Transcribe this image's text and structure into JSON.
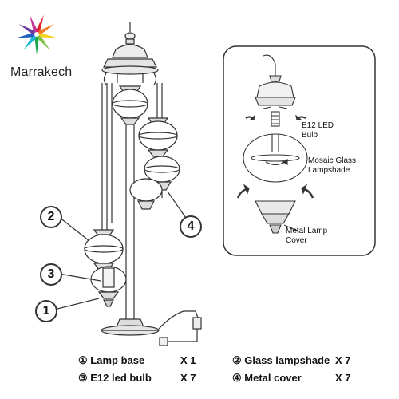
{
  "brand": {
    "name": "Marrakech",
    "logo_colors": [
      "#e5252b",
      "#f47c20",
      "#f7d11a",
      "#7dc142",
      "#1aa64a",
      "#19b6d6",
      "#1f5fbf",
      "#6b3aa0",
      "#c43396"
    ]
  },
  "callouts": [
    {
      "number": "2"
    },
    {
      "number": "3"
    },
    {
      "number": "1"
    },
    {
      "number": "4"
    }
  ],
  "inset": {
    "labels": [
      {
        "lines": [
          "E12 LED",
          "Bulb"
        ]
      },
      {
        "lines": [
          "Mosaic Glass",
          "Lampshade"
        ]
      },
      {
        "lines": [
          "Metal Lamp",
          "Cover"
        ]
      }
    ]
  },
  "parts_legend": [
    {
      "number": "①",
      "name": "Lamp base",
      "qty": "X  1"
    },
    {
      "number": "②",
      "name": "Glass lampshade",
      "qty": "X  7"
    },
    {
      "number": "③",
      "name": "E12 led bulb",
      "qty": "X  7"
    },
    {
      "number": "④",
      "name": "Metal cover",
      "qty": "X  7"
    }
  ]
}
